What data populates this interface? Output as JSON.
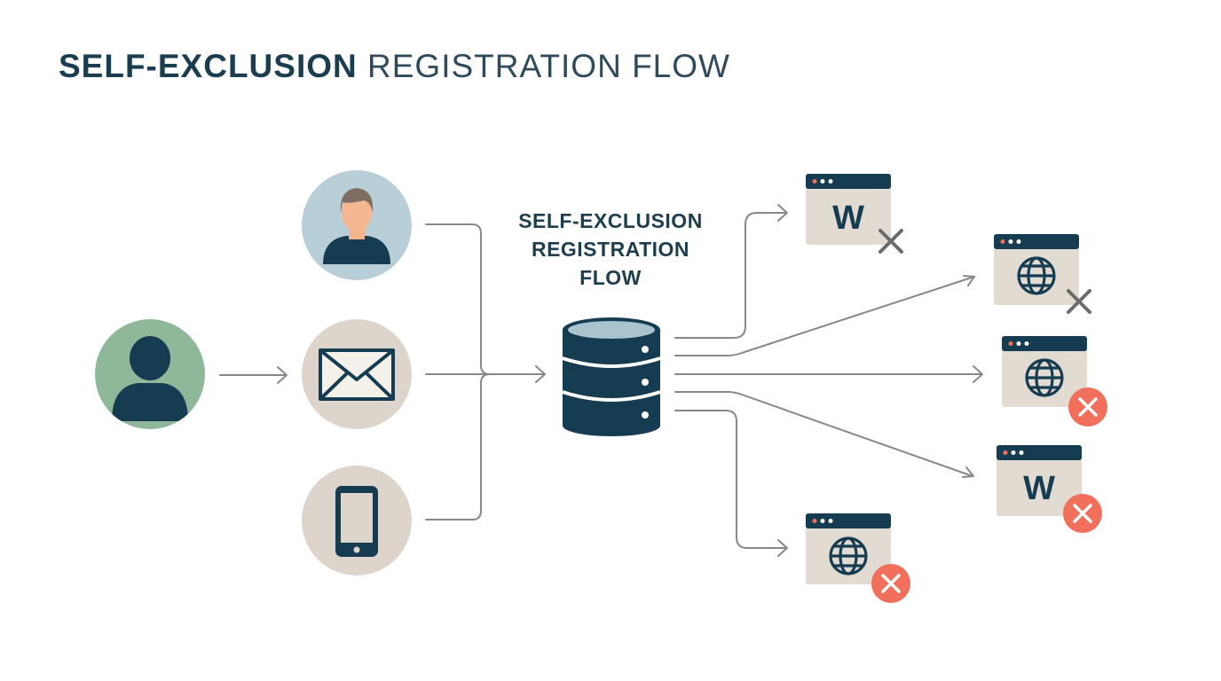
{
  "title": {
    "bold": "SELF-EXCLUSION",
    "light": "REGISTRATION FLOW"
  },
  "center_label": {
    "lines": [
      "SELF-EXCLUSION",
      "REGISTRATION",
      "FLOW"
    ]
  },
  "nodes": {
    "user": {
      "icon": "person-silhouette-icon"
    },
    "channels": [
      {
        "icon": "person-avatar-icon"
      },
      {
        "icon": "envelope-icon"
      },
      {
        "icon": "smartphone-icon"
      }
    ],
    "registry": {
      "icon": "database-icon"
    },
    "sites": [
      {
        "icon": "w-letter-icon",
        "status_icon": "gray-x-icon"
      },
      {
        "icon": "globe-icon",
        "status_icon": "gray-x-icon"
      },
      {
        "icon": "globe-icon",
        "status_icon": "red-x-badge-icon"
      },
      {
        "icon": "w-letter-icon",
        "status_icon": "red-x-badge-icon"
      },
      {
        "icon": "globe-icon",
        "status_icon": "red-x-badge-icon"
      }
    ],
    "site_letter": "W"
  },
  "colors": {
    "navy": "#163c51",
    "user_circle": "#8fb79a",
    "avatar_circle": "#b9cfd8",
    "channel_circle": "#ddd5cb",
    "site_body": "#e2dbd2",
    "site_bar": "#163c51",
    "red_badge": "#f26f5c",
    "gray_x": "#6b6b6b",
    "connector": "#888888"
  }
}
